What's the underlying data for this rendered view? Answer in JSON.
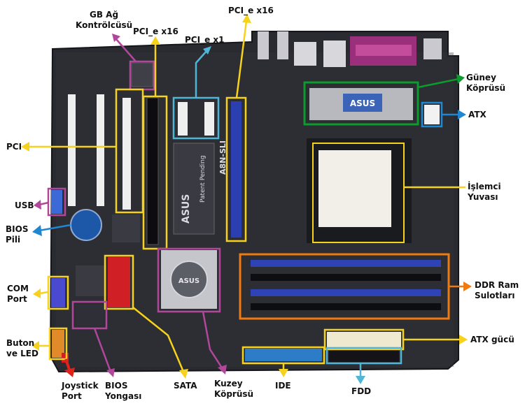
{
  "colors": {
    "board": "#2a2b30",
    "purple": "#b0479b",
    "yellow": "#f6d21c",
    "cyan": "#4fb6d8",
    "green": "#0c9c2e",
    "blue": "#1f86d0",
    "orange": "#ef7a12",
    "red": "#e0231a"
  },
  "labels": {
    "gb_lan": [
      "GB Ağ",
      "Kontrölcüsü"
    ],
    "pcie_x16_left": "PCI_e x16",
    "pcie_x16_top": "PCI_e x16",
    "pcie_x1": "PCI_e x1",
    "guney": [
      "Güney",
      "Köprüsü"
    ],
    "atx": "ATX",
    "pci": "PCI",
    "islemci": [
      "İşlemci",
      "Yuvası"
    ],
    "usb": "USB",
    "bios_pili": [
      "BIOS",
      "Pili"
    ],
    "com": [
      "COM",
      "Port"
    ],
    "ddr": [
      "DDR Ram",
      "Sulotları"
    ],
    "atx_gucu": "ATX gücü",
    "buton": [
      "Buton",
      "ve LED"
    ],
    "joystick": [
      "Joystick",
      "Port"
    ],
    "bios_yongasi": [
      "BIOS",
      "Yongası"
    ],
    "sata": "SATA",
    "kuzey": [
      "Kuzey",
      "Köprüsü"
    ],
    "ide": "IDE",
    "fdd": "FDD"
  },
  "board": {
    "brand": "ASUS",
    "model": "A8N-SLI",
    "slot_text": "Patent Pending"
  }
}
